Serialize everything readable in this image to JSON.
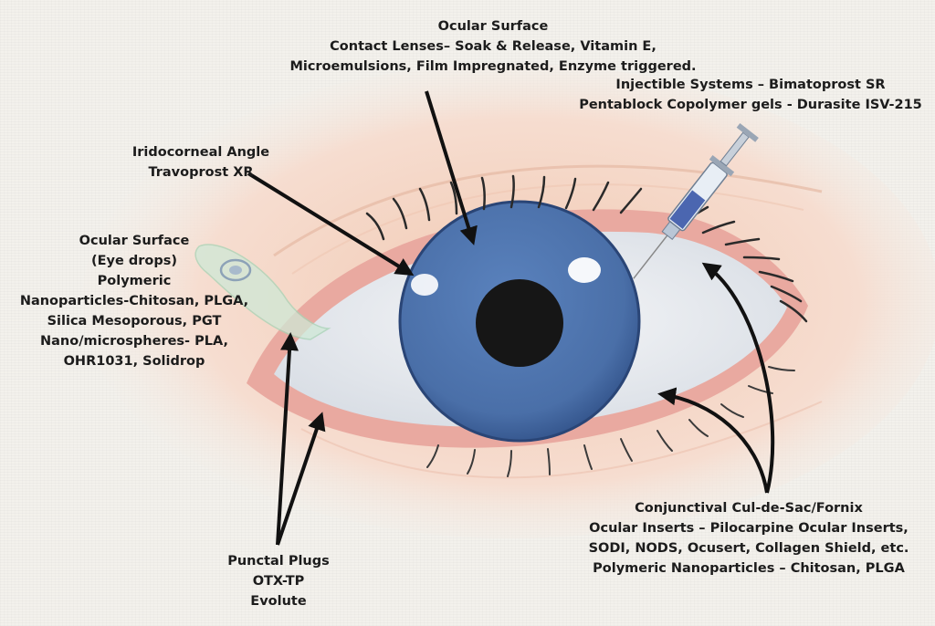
{
  "labels": {
    "ocular_surface_lenses": {
      "title": "Ocular Surface",
      "line1": "Contact Lenses– Soak & Release, Vitamin E,",
      "line2": "Microemulsions, Film Impregnated, Enzyme triggered."
    },
    "injectable": {
      "line1": "Injectible Systems – Bimatoprost SR",
      "line2": "Pentablock Copolymer gels - Durasite ISV-215"
    },
    "iridocorneal": {
      "line1": "Iridocorneal Angle",
      "line2": "Travoprost XR"
    },
    "ocular_surface_drops": {
      "line1": "Ocular Surface",
      "line2": "(Eye drops)",
      "line3": "Polymeric",
      "line4": "Nanoparticles-Chitosan, PLGA,",
      "line5": "Silica Mesoporous, PGT",
      "line6": "Nano/microspheres- PLA,",
      "line7": "OHR1031, Solidrop"
    },
    "conjunctival": {
      "line1": "Conjunctival Cul-de-Sac/Fornix",
      "line2": "Ocular Inserts – Pilocarpine Ocular Inserts,",
      "line3": "SODI, NODS, Ocusert, Collagen Shield, etc.",
      "line4": "Polymeric Nanoparticles – Chitosan, PLGA"
    },
    "punctal": {
      "line1": "Punctal Plugs",
      "line2": "OTX-TP",
      "line3": "Evolute"
    }
  },
  "colors": {
    "iris": "#4a6fa8",
    "iris_dark": "#2f4f86",
    "pupil": "#161616",
    "skin": "#f0cdbd",
    "lid_rim": "#e9a9a0",
    "sclera": "#e9ecef",
    "arrow": "#111111"
  }
}
